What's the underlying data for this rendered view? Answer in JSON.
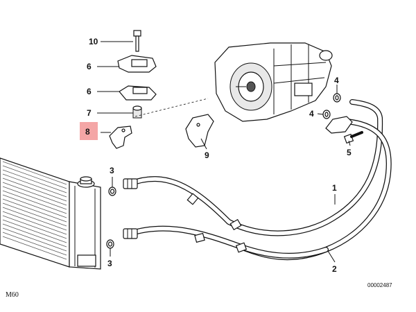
{
  "callouts": {
    "c10": "10",
    "c6a": "6",
    "c6b": "6",
    "c7": "7",
    "c8": "8",
    "c9": "9",
    "c4a": "4",
    "c4b": "4",
    "c5": "5",
    "c3a": "3",
    "c3b": "3",
    "c1": "1",
    "c2": "2"
  },
  "highlight_color": "#f4a6a6",
  "footer": {
    "model": "M60",
    "diagram_number": "00002487"
  }
}
